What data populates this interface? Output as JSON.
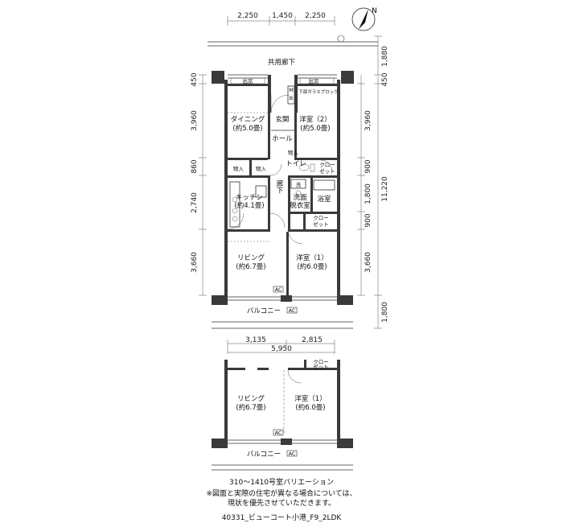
{
  "top_dims": [
    "2,250",
    "1,450",
    "2,250"
  ],
  "left_dims": [
    "450",
    "3,960",
    "860",
    "2,740",
    "3,660"
  ],
  "right_dims": {
    "outer": [
      "1,880",
      "450",
      "11,220",
      "1,800"
    ],
    "inner": [
      "3,960",
      "900",
      "1,800",
      "900",
      "3,660"
    ]
  },
  "bottom_dims": {
    "a": "3,135",
    "b": "2,815",
    "total": "5,950"
  },
  "corridor": "共用廊下",
  "rooms": {
    "dining": {
      "name": "ダイニング",
      "size": "(約5.0畳)"
    },
    "entrance": "玄関",
    "western2": {
      "name": "洋室（2）",
      "size": "(約5.0畳)"
    },
    "hall": "ホール",
    "toilet": "トイレ",
    "kitchen": {
      "name": "キッチン",
      "size": "(約4.1畳)"
    },
    "hallway": "廊下",
    "washroom": {
      "name1": "洗面",
      "name2": "脱衣室"
    },
    "bath": "浴室",
    "closet": {
      "l1": "クロー",
      "l2": "ゼット"
    },
    "living": {
      "name": "リビング",
      "size": "(約6.7畳)"
    },
    "western1": {
      "name": "洋室（1）",
      "size": "(約6.0畳)"
    }
  },
  "small_labels": {
    "demado_l": "出窓",
    "demado_r": "出窓",
    "glass_block": "下部ガラスブロック",
    "storage": "物入",
    "mb": "M",
    "mb2": "B",
    "wash": "洗",
    "ac": "AC"
  },
  "balcony": "バルコニー",
  "variation": {
    "title": "310～1410号室バリエーション",
    "living": {
      "name": "リビング",
      "size": "(約6.7畳)"
    },
    "western1": {
      "name": "洋室（1）",
      "size": "(約6.0畳)"
    },
    "closet": {
      "l1": "クロー",
      "l2": "ゼット"
    },
    "balcony": "バルコニー"
  },
  "notes": [
    "※図面と実際の住宅が異なる場合については、",
    "現状を優先させていただきます。"
  ],
  "footer": "40331_ビューコート小港_F9_2LDK",
  "compass": "N"
}
